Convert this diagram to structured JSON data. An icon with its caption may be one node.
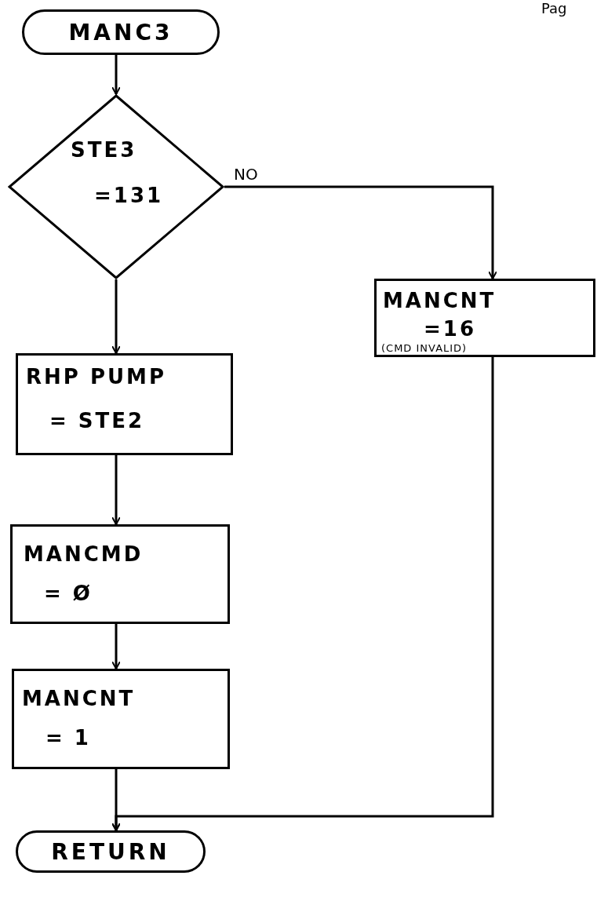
{
  "diagram": {
    "nodes": [
      {
        "text": [
          "MANC3"
        ]
      },
      {
        "text": [
          "STE3",
          "=131"
        ]
      },
      {
        "text": [
          "MANCNT",
          "=16",
          "(CMD INVALID)"
        ]
      },
      {
        "text": [
          "RHP PUMP",
          "= STE2"
        ]
      },
      {
        "text": [
          "MANCMD",
          "= Ø"
        ]
      },
      {
        "text": [
          "MANCNT",
          "= 1"
        ]
      },
      {
        "text": [
          "RETURN"
        ]
      }
    ],
    "edges": [
      {
        "from": 0,
        "to": 1,
        "arrow": "to"
      },
      {
        "from": 1,
        "to": 2,
        "arrow": "to",
        "label": "NO"
      },
      {
        "from": 1,
        "to": 3,
        "arrow": "to"
      },
      {
        "from": 3,
        "to": 4,
        "arrow": "to"
      },
      {
        "from": 4,
        "to": 5,
        "arrow": "to"
      },
      {
        "from": 5,
        "to": 6,
        "arrow": "to"
      },
      {
        "from": 2,
        "to": 6,
        "arrow": "to"
      }
    ],
    "labels": [
      "Pag"
    ]
  }
}
